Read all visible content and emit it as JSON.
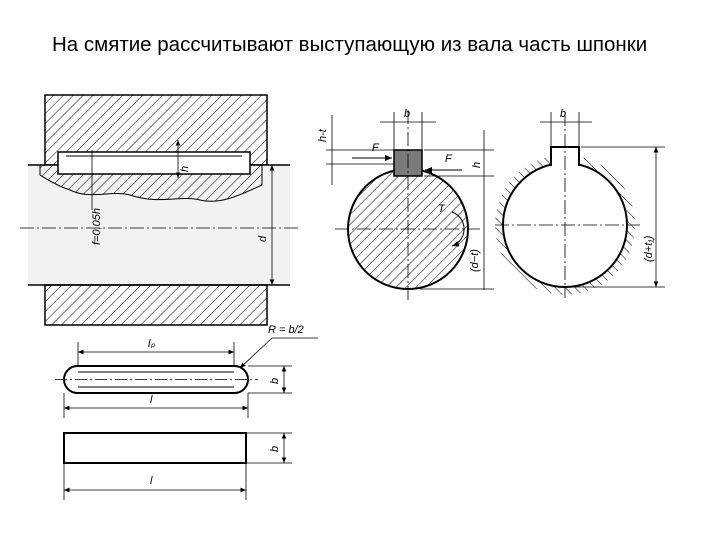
{
  "title": "На смятие рассчитывают выступающую из вала часть шпонки",
  "labels": {
    "h": "h",
    "f": "f=0,05h",
    "d": "d",
    "h_minus_t": "h-t",
    "b": "b",
    "F": "F",
    "T": "T",
    "d_minus_t": "(d−t)",
    "d_plus_t1": "(d+t₁)",
    "lp": "lₚ",
    "l": "l",
    "R": "R = b/2"
  }
}
